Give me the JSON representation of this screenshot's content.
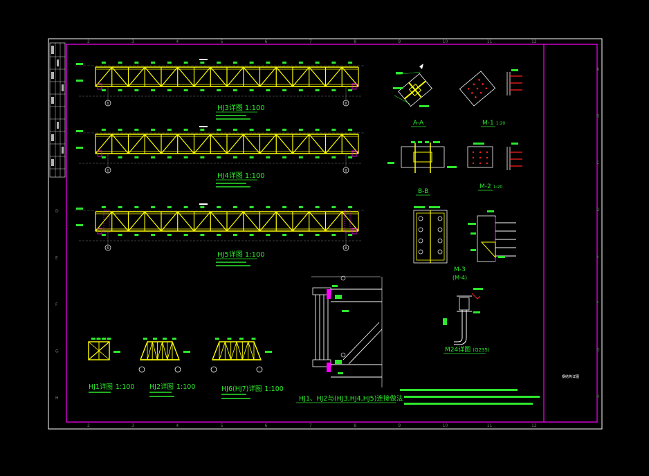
{
  "colors": {
    "background": "#000000",
    "border": "#ffffff",
    "frame": "#ff00ff",
    "truss": "#ffff00",
    "annotation": "#2ee82e",
    "detail": "#ffffff",
    "bolt": "#ff2020",
    "grid": "#7a7a7a"
  },
  "grid_columns": [
    "2",
    "3",
    "4",
    "5",
    "6",
    "7",
    "8",
    "9",
    "10",
    "11",
    "12"
  ],
  "grid_rows": [
    "A",
    "B",
    "C",
    "D",
    "E",
    "F",
    "G",
    "H"
  ],
  "elevations": [
    {
      "title": "HJ3详图",
      "scale": "1:100",
      "axis_left": "①",
      "axis_right": "②"
    },
    {
      "title": "HJ4详图",
      "scale": "1:100",
      "axis_left": "①",
      "axis_right": "②"
    },
    {
      "title": "HJ5详图",
      "scale": "1:100",
      "axis_left": "①",
      "axis_right": "②"
    }
  ],
  "small_trusses": [
    {
      "title": "HJ1详图",
      "scale": "1:100"
    },
    {
      "title": "HJ2详图",
      "scale": "1:100"
    },
    {
      "title": "HJ6(HJ7)详图",
      "scale": "1:100"
    }
  ],
  "sections": {
    "aa": "A-A",
    "bb": "B-B"
  },
  "plates": {
    "m1": "M-1",
    "m1_scale": "1:20",
    "m2": "M-2",
    "m2_scale": "1:20",
    "m3": "M-3",
    "m3_sub": "(M-4)"
  },
  "anchor": {
    "title": "M24详图",
    "sub": "(Q235)"
  },
  "connection": {
    "title": "HJ1、HJ2与(HJ3,HJ4,HJ5)连接做法"
  },
  "titleblock": {
    "drawing_name": "钢结构详图"
  }
}
